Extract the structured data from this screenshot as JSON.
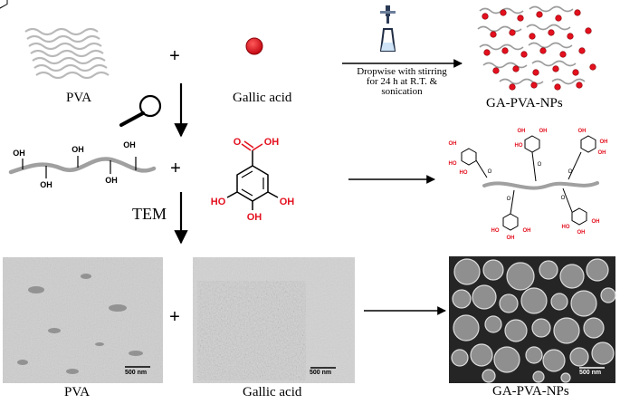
{
  "labels": {
    "pva_top": "PVA",
    "gallic_top": "Gallic acid",
    "product_top": "GA-PVA-NPs",
    "plus": "+",
    "tem": "TEM",
    "oh": "OH",
    "ho": "HO",
    "o": "O",
    "pva_bottom": "PVA",
    "gallic_bottom": "Gallic acid",
    "product_bottom": "GA-PVA-NPs"
  },
  "process": {
    "line1": "Dropwise with stirring",
    "line2": "for 24 h at R.T. &",
    "line3": "sonication"
  },
  "scale_bars": {
    "pva": "500 nm",
    "gallic": "500 nm",
    "product": "500 nm"
  },
  "colors": {
    "accent_red": "#e3101e",
    "chain_gray": "#9a9a9a",
    "tem_light": "#d8d8d8",
    "tem_dark": "#2a2a2a"
  },
  "icons": [
    "magnifier-icon",
    "burette-icon"
  ]
}
